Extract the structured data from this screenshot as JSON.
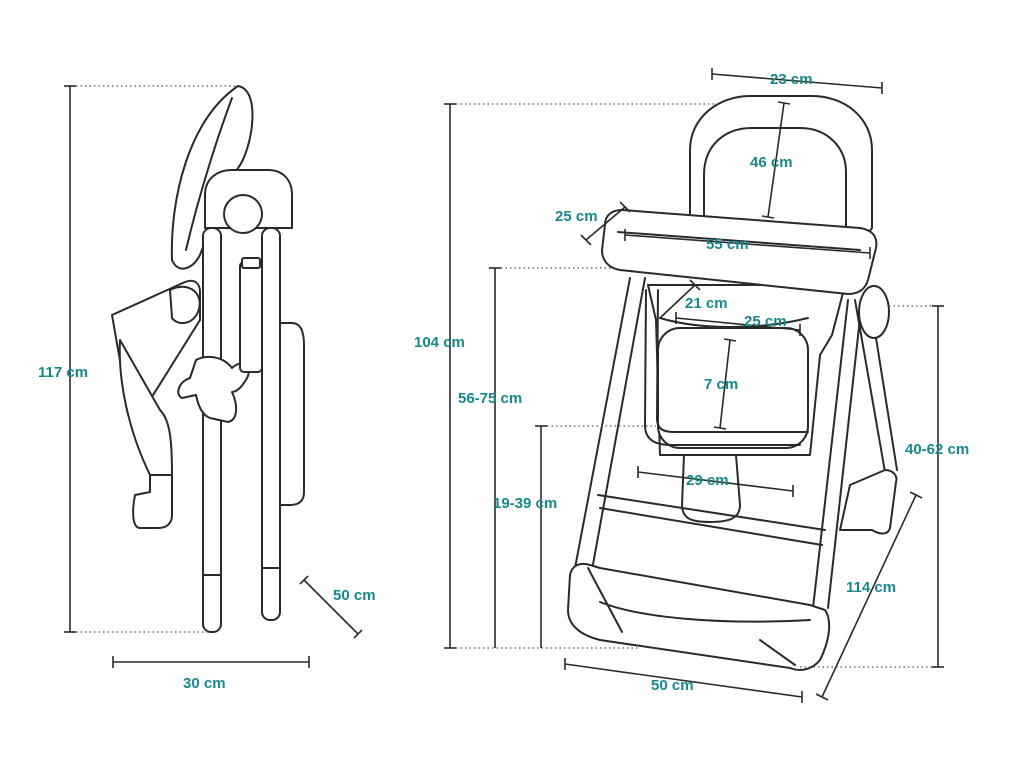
{
  "diagram": {
    "label_color": "#17888e",
    "line_color": "#2a2a2a",
    "folded_view": {
      "height": "117 cm",
      "width": "30 cm",
      "depth": "50 cm"
    },
    "open_view": {
      "backrest_width": "23 cm",
      "backrest_height": "46 cm",
      "tray_depth": "25 cm",
      "tray_width": "55 cm",
      "total_height": "104 cm",
      "seat_height_range": "56-75 cm",
      "footrest_height_range": "19-39 cm",
      "armrest_height": "21 cm",
      "seat_width": "25 cm",
      "seat_depth": "7 cm",
      "footrest_width": "29 cm",
      "side_height_range": "40-62 cm",
      "length": "114 cm",
      "base_width": "50 cm"
    }
  }
}
